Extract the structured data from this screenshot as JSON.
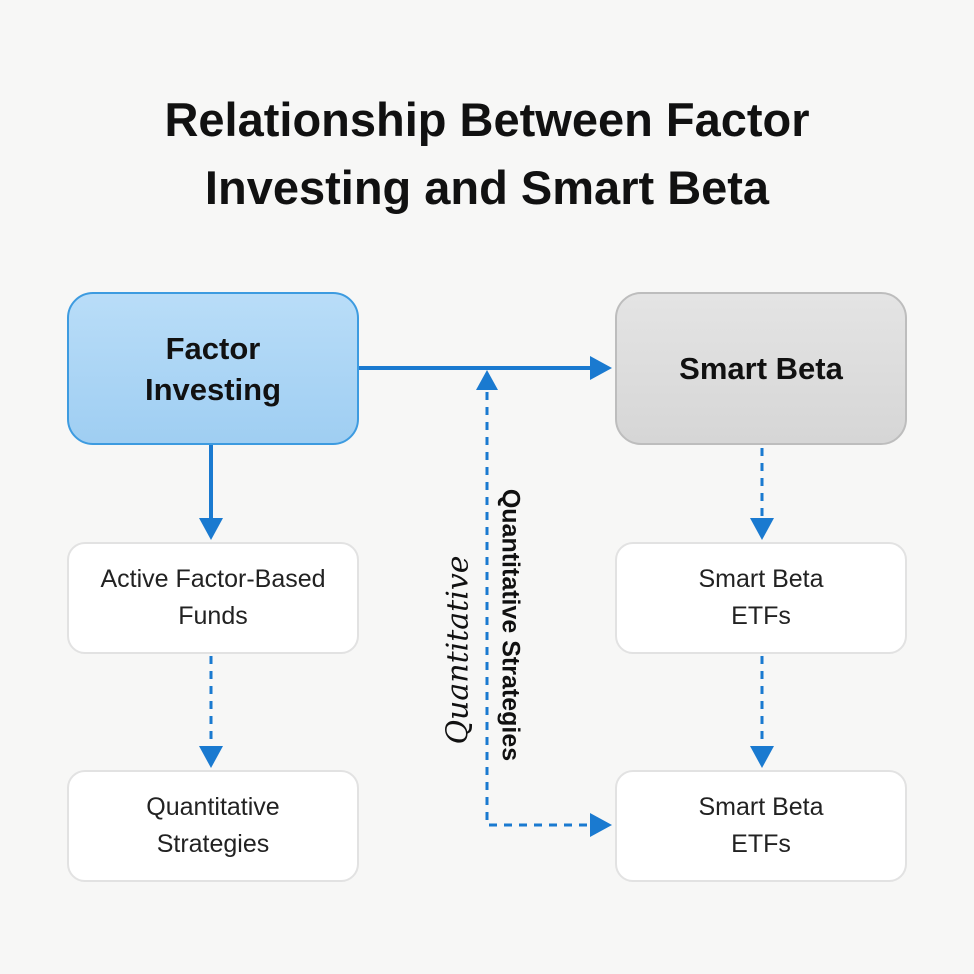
{
  "title": {
    "line1": "Relationship Between Factor",
    "line2": "Investing and Smart Beta"
  },
  "nodes": {
    "factor_investing": {
      "line1": "Factor",
      "line2": "Investing"
    },
    "smart_beta": "Smart Beta",
    "active_funds": {
      "line1": "Active Factor-Based",
      "line2": "Funds"
    },
    "quant_strategies": {
      "line1": "Quantitative",
      "line2": "Strategies"
    },
    "etfs_1": {
      "line1": "Smart Beta",
      "line2": "ETFs"
    },
    "etfs_2": {
      "line1": "Smart Beta",
      "line2": "ETFs"
    }
  },
  "labels": {
    "vertical_bold": "Quantitative Strategies",
    "vertical_italic": "Quantitative"
  },
  "colors": {
    "accent": "#1a7ad0",
    "node_blue": "#a8d4f5",
    "node_gray": "#dcdcdc"
  }
}
